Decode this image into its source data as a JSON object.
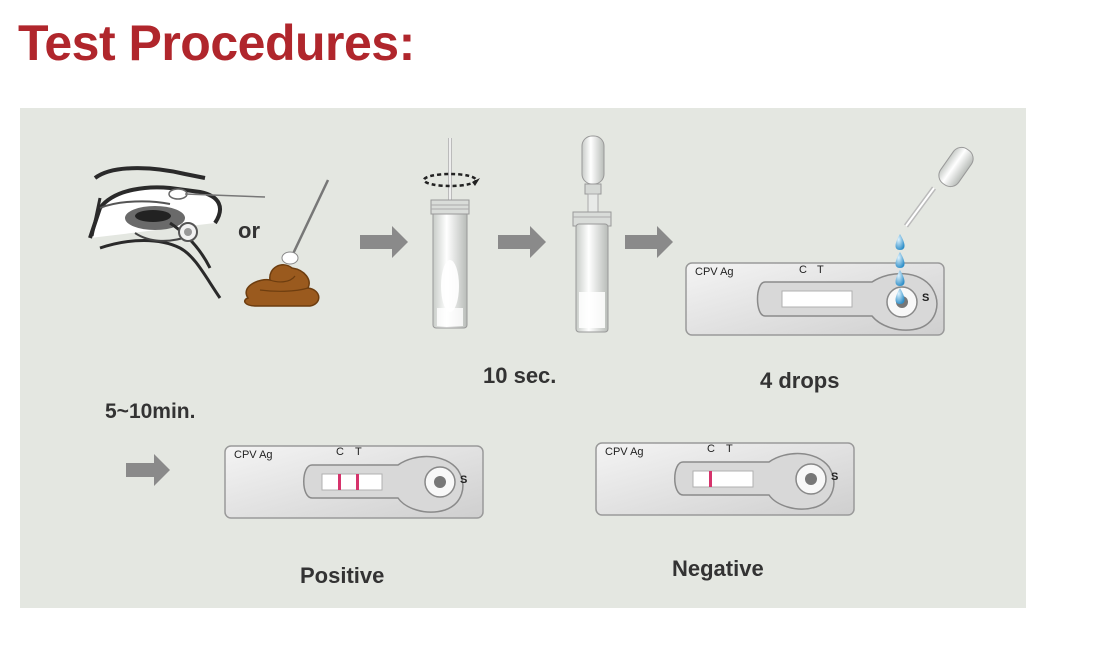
{
  "title": "Test Procedures:",
  "labels": {
    "or": "or",
    "ten_sec": "10 sec.",
    "four_drops": "4 drops",
    "time": "5~10min.",
    "positive": "Positive",
    "negative": "Negative"
  },
  "cassette": {
    "name": "CPV Ag",
    "c": "C",
    "t": "T",
    "s": "S"
  },
  "colors": {
    "title": "#b0262c",
    "panel": "#e4e7e1",
    "arrow": "#8a8a8a",
    "line": "#d6336c",
    "drop": "#4aa6d8",
    "stool": "#9a5a1e"
  }
}
